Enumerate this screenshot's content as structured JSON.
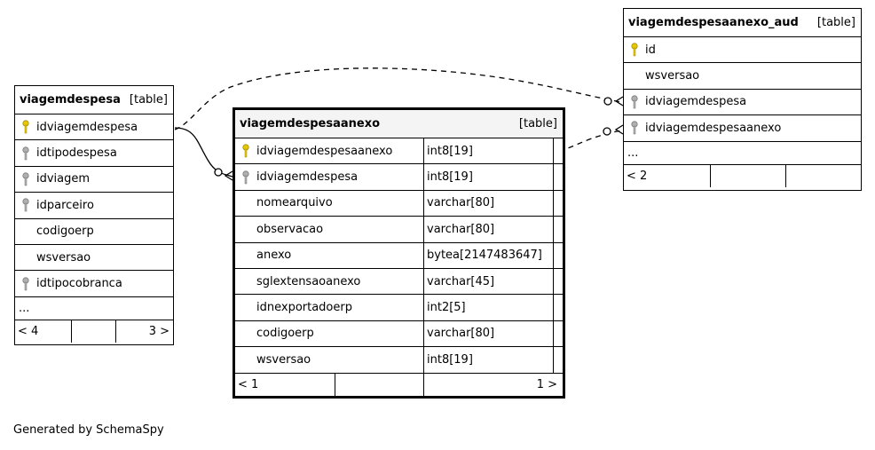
{
  "tables": {
    "viagemdespesa": {
      "name": "viagemdespesa",
      "kind": "[table]",
      "columns": [
        {
          "name": "idviagemdespesa",
          "key": "primary"
        },
        {
          "name": "idtipodespesa",
          "key": "foreign"
        },
        {
          "name": "idviagem",
          "key": "foreign"
        },
        {
          "name": "idparceiro",
          "key": "foreign"
        },
        {
          "name": "codigoerp",
          "key": "none"
        },
        {
          "name": "wsversao",
          "key": "none"
        },
        {
          "name": "idtipocobranca",
          "key": "foreign"
        }
      ],
      "more": "...",
      "footer_left": "< 4",
      "footer_right": "3 >"
    },
    "viagemdespesaanexo": {
      "name": "viagemdespesaanexo",
      "kind": "[table]",
      "columns": [
        {
          "name": "idviagemdespesaanexo",
          "type": "int8[19]",
          "key": "primary"
        },
        {
          "name": "idviagemdespesa",
          "type": "int8[19]",
          "key": "foreign"
        },
        {
          "name": "nomearquivo",
          "type": "varchar[80]",
          "key": "none"
        },
        {
          "name": "observacao",
          "type": "varchar[80]",
          "key": "none"
        },
        {
          "name": "anexo",
          "type": "bytea[2147483647]",
          "key": "none"
        },
        {
          "name": "sglextensaoanexo",
          "type": "varchar[45]",
          "key": "none"
        },
        {
          "name": "idnexportadoerp",
          "type": "int2[5]",
          "key": "none"
        },
        {
          "name": "codigoerp",
          "type": "varchar[80]",
          "key": "none"
        },
        {
          "name": "wsversao",
          "type": "int8[19]",
          "key": "none"
        }
      ],
      "footer_left": "< 1",
      "footer_right": "1 >"
    },
    "viagemdespesaanexo_aud": {
      "name": "viagemdespesaanexo_aud",
      "kind": "[table]",
      "columns": [
        {
          "name": "id",
          "key": "primary"
        },
        {
          "name": "wsversao",
          "key": "none"
        },
        {
          "name": "idviagemdespesa",
          "key": "foreign"
        },
        {
          "name": "idviagemdespesaanexo",
          "key": "foreign"
        }
      ],
      "more": "...",
      "footer_left": "< 2"
    }
  },
  "footer": "Generated by SchemaSpy",
  "colors": {
    "primary_key": "#e8c800",
    "foreign_key": "#b0b0b0",
    "header_main": "#f4f4f4"
  }
}
